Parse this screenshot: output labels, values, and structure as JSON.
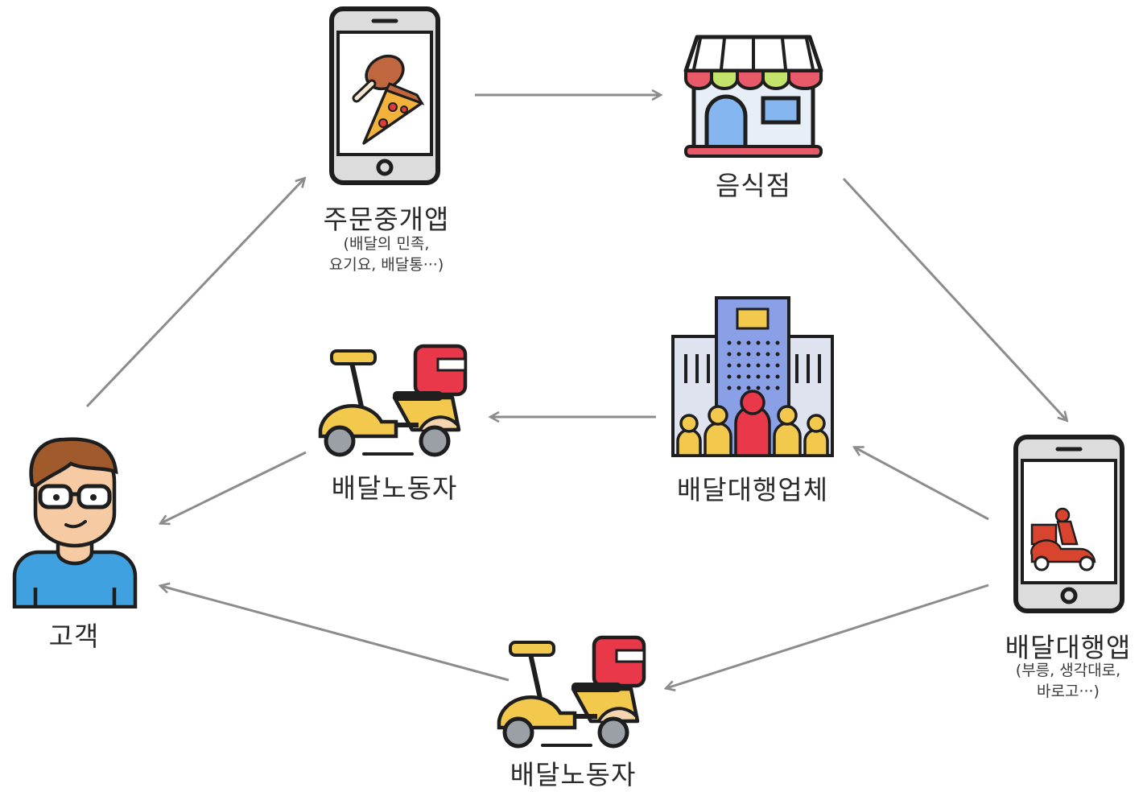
{
  "nodes": {
    "order_app": {
      "title": "주문중개앱",
      "sub1": "(배달의 민족,",
      "sub2": "요기요, 배달통···)"
    },
    "restaurant": {
      "title": "음식점"
    },
    "agency": {
      "title": "배달대행업체"
    },
    "courier_mid": {
      "title": "배달노동자"
    },
    "courier_bottom": {
      "title": "배달노동자"
    },
    "customer": {
      "title": "고객"
    },
    "delivery_app": {
      "title": "배달대행앱",
      "sub1": "(부릉, 생각대로,",
      "sub2": "바로고···)"
    }
  },
  "colors": {
    "arrow": "#8c8c8c"
  }
}
